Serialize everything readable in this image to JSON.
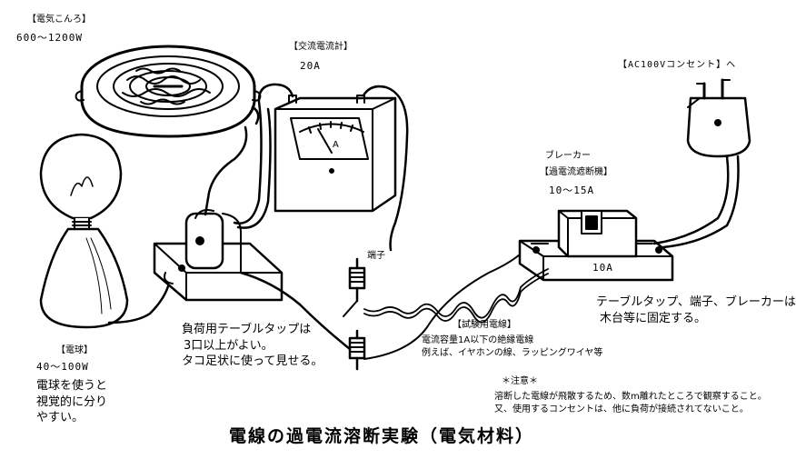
{
  "title": "電線の過電流溶断実験（電気材料）",
  "labels": {
    "stove_name": "【電気こんろ】",
    "stove_watt": "600〜1200W",
    "ammeter_name": "【交流電流計】",
    "ammeter_range": "20A",
    "ammeter_face": "A",
    "outlet": "【AC100Vコンセント】へ",
    "breaker_name": "ブレーカー",
    "breaker_sub": "【過電流遮断機】",
    "breaker_range": "10〜15A",
    "breaker_face": "10A",
    "terminal": "端子",
    "test_wire_name": "【試験用電線】",
    "test_wire_line1": "電流容量1A以下の絶縁電線",
    "test_wire_line2": "例えば、イヤホンの線、ラッピングワイヤ等",
    "fix_note": "テーブルタップ、端子、ブレーカーは",
    "fix_note2": "木台等に固定する。",
    "tap_note1": "負荷用テーブルタップは",
    "tap_note2": "3口以上がよい。",
    "tap_note3": "タコ足状に使って見せる。",
    "bulb_name": "【電球】",
    "bulb_watt": "40〜100W",
    "bulb_note1": "電球を使うと",
    "bulb_note2": "視覚的に分り",
    "bulb_note3": "やすい。",
    "caution_head": "＊注意＊",
    "caution1": "溶断した電線が飛散するため、数m離れたところで観察すること。",
    "caution2": "又、使用するコンセントは、他に負荷が接続されてないこと。"
  }
}
